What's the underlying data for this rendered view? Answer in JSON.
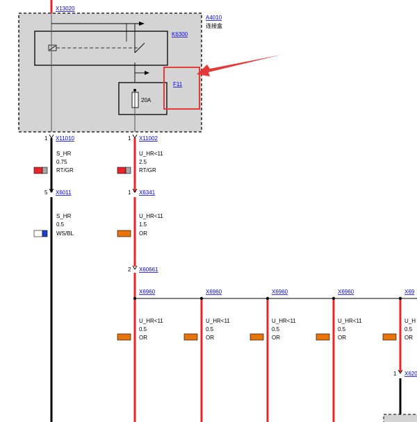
{
  "top_connector": "X13020",
  "module": {
    "id": "A4010",
    "name": "连接盒"
  },
  "relay": "K6300",
  "fuse": {
    "id": "F11",
    "rating": "20A"
  },
  "pins": {
    "out_left": "1",
    "out_right": "1",
    "mid_left": "5",
    "mid_right": "1",
    "splice": "2",
    "bottom_right": "1"
  },
  "connectors": {
    "out_left": "X11010",
    "out_right": "X11002",
    "mid_left": "X6011",
    "mid_right": "X6341",
    "splice": "X60661",
    "bottom_right": "X620",
    "branches": [
      "X6960",
      "X6960",
      "X6960",
      "X6960",
      "X69"
    ]
  },
  "wires": {
    "left_upper": {
      "name": "S_HR",
      "size": "0.75",
      "color": "RT/GR"
    },
    "right_upper": {
      "name": "U_HR<11",
      "size": "2.5",
      "color": "RT/GR"
    },
    "left_lower": {
      "name": "S_HR",
      "size": "0.5",
      "color": "WS/BL"
    },
    "right_lower": {
      "name": "U_HR<11",
      "size": "1.5",
      "color": "OR"
    },
    "branch": {
      "name": "U_HR<11",
      "size": "0.5",
      "color": "OR",
      "short_name": "U_H"
    }
  },
  "colors": {
    "red": "#e8262a",
    "black": "#000000",
    "orange": "#e8740c",
    "blue": "#1f3fcf",
    "box_fill": "#d4d4d4",
    "highlight": "#e53a3a",
    "gray_swatch": "#a8a8a8"
  }
}
